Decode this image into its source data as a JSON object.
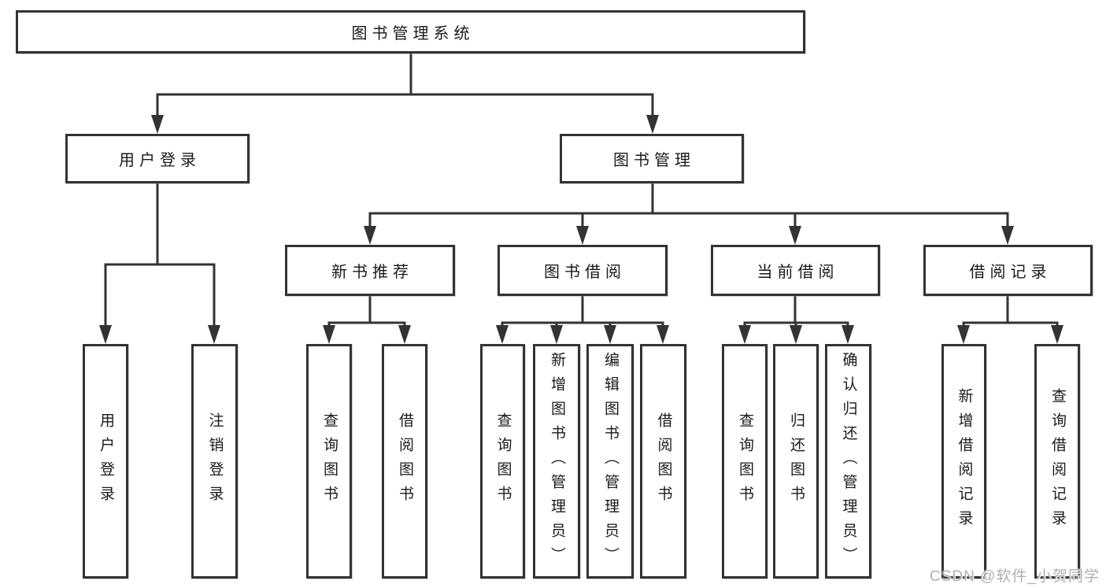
{
  "tree": {
    "label": "图书管理系统",
    "children": [
      {
        "label": "用户登录",
        "children": [
          {
            "label": "用户登录"
          },
          {
            "label": "注销登录"
          }
        ]
      },
      {
        "label": "图书管理",
        "children": [
          {
            "label": "新书推荐",
            "children": [
              {
                "label": "查询图书"
              },
              {
                "label": "借阅图书"
              }
            ]
          },
          {
            "label": "图书借阅",
            "children": [
              {
                "label": "查询图书"
              },
              {
                "label": "新增图书（管理员）"
              },
              {
                "label": "编辑图书（管理员）"
              },
              {
                "label": "借阅图书"
              }
            ]
          },
          {
            "label": "当前借阅",
            "children": [
              {
                "label": "查询图书"
              },
              {
                "label": "归还图书"
              },
              {
                "label": "确认归还（管理员）"
              }
            ]
          },
          {
            "label": "借阅记录",
            "children": [
              {
                "label": "新增借阅记录"
              },
              {
                "label": "查询借阅记录"
              }
            ]
          }
        ]
      }
    ]
  },
  "watermark": {
    "text": "CSDN @软件_小贺同学"
  },
  "colors": {
    "line": "#333333",
    "text": "#1a1a1a",
    "background": "#ffffff",
    "watermark": "#b0b0b0"
  }
}
